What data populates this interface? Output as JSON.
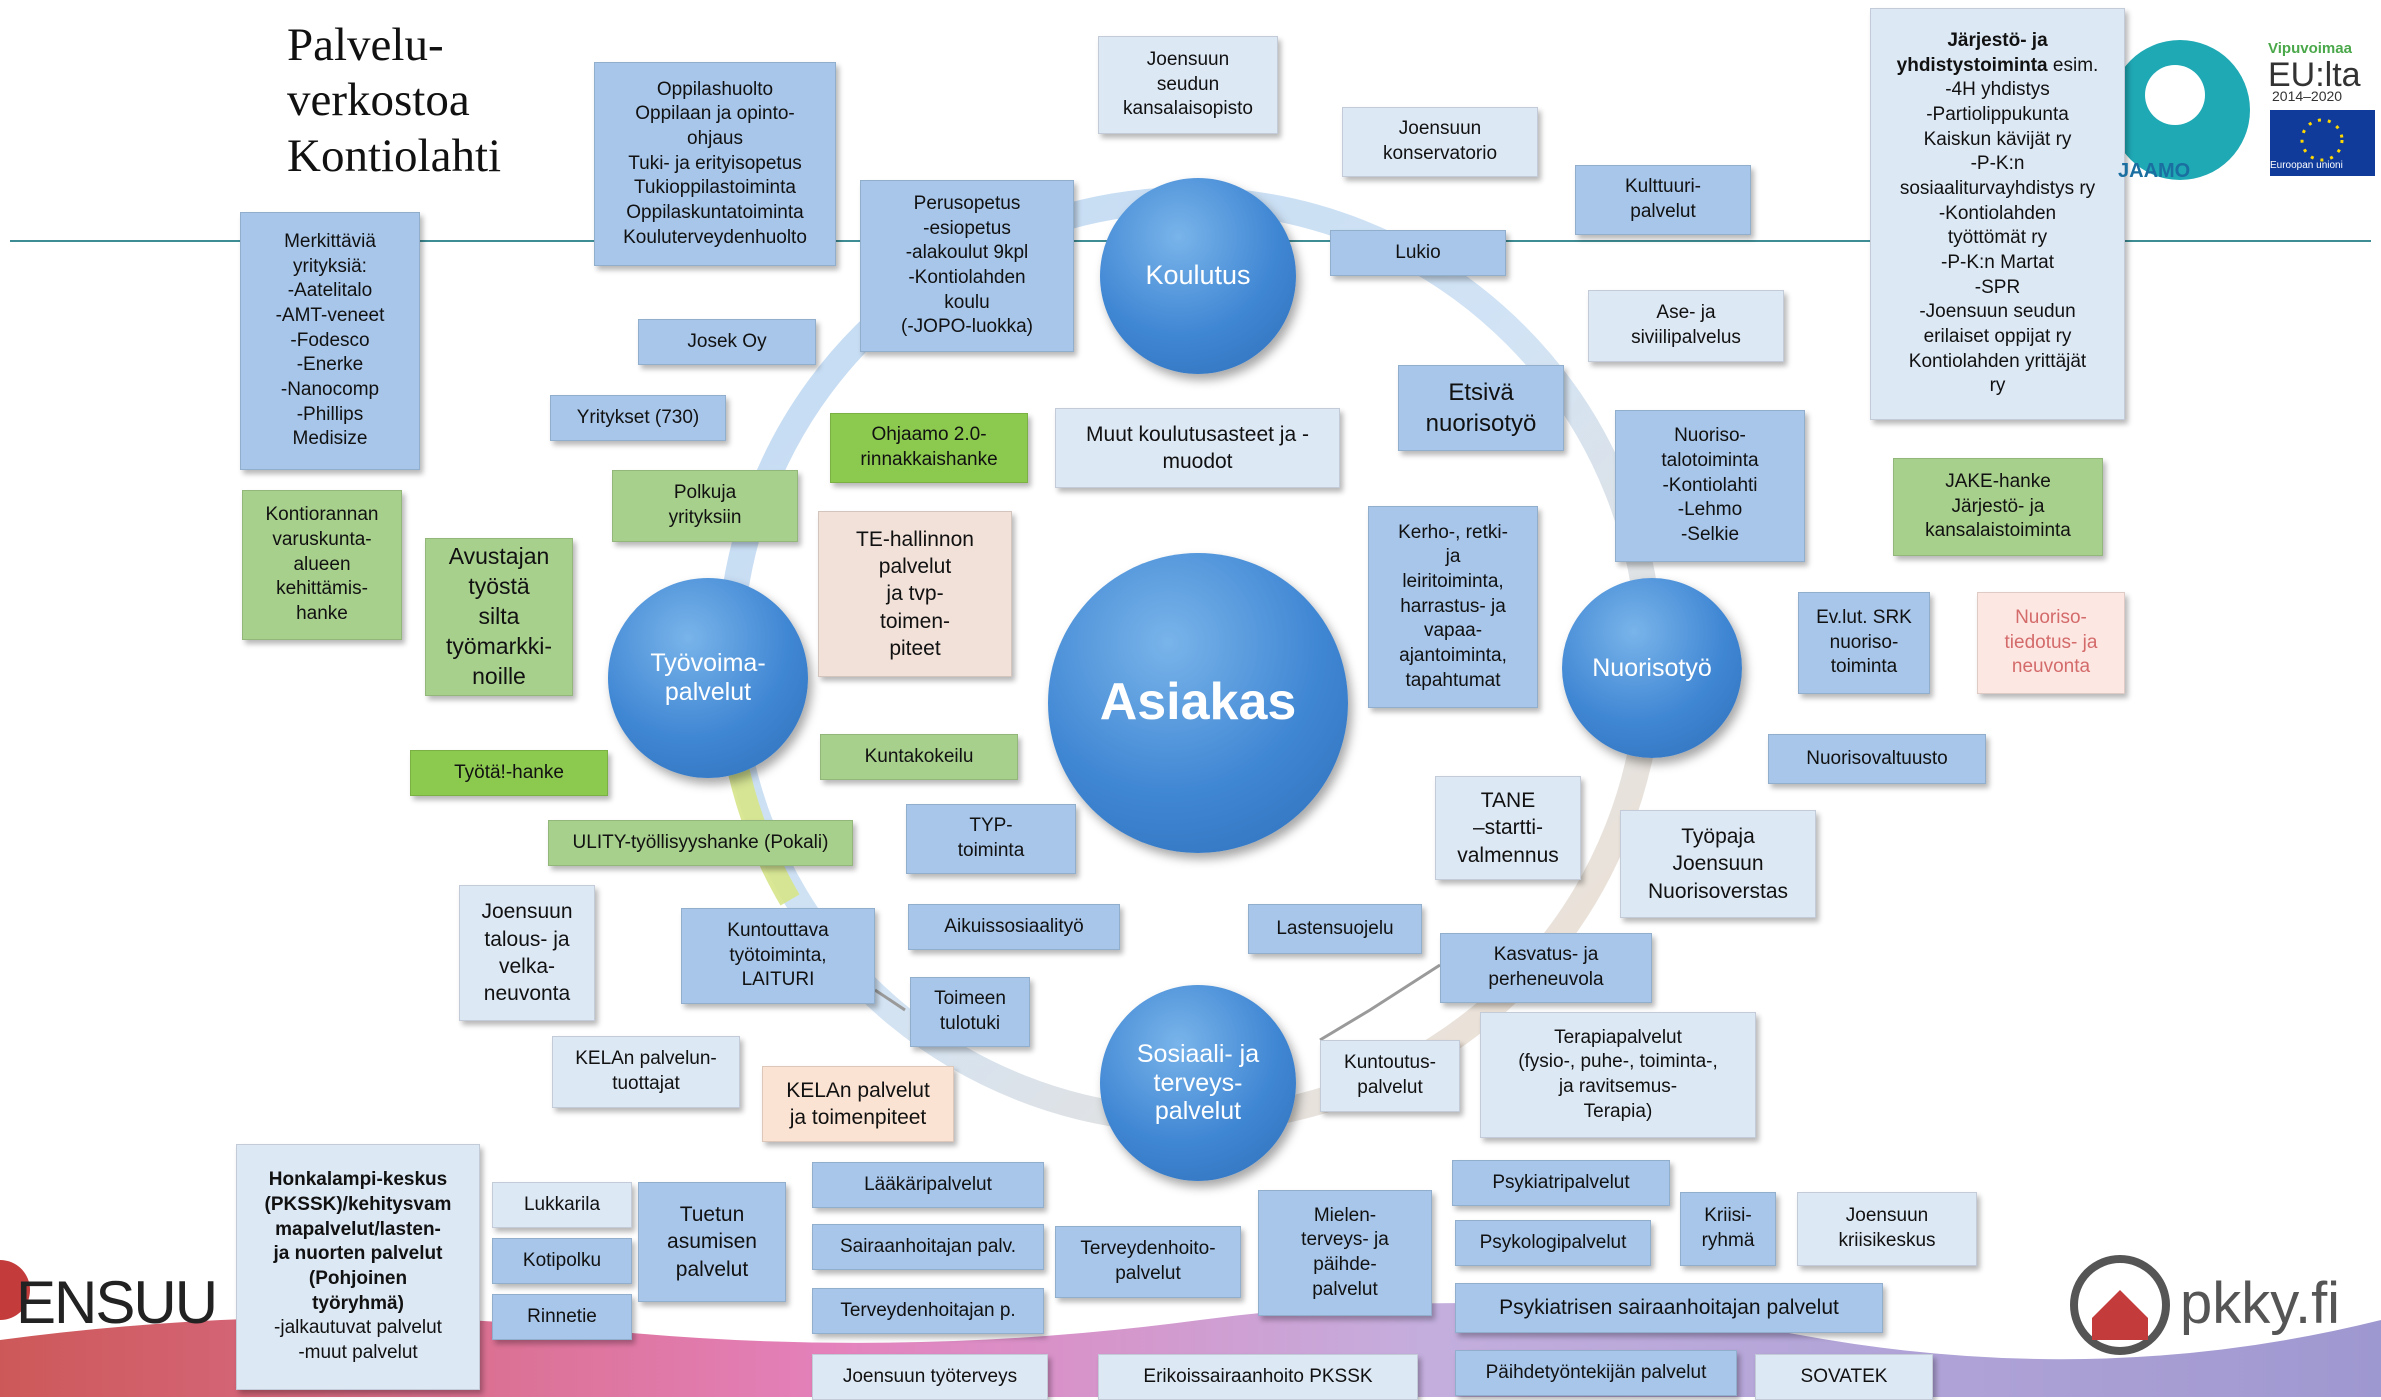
{
  "title": "Palvelu-\nverkostoa\nKontiolahti",
  "center": "Asiakas",
  "hubs": {
    "koulutus": "Koulutus",
    "nuorisotyo": "Nuorisotyö",
    "tyovoima": "Työvoima-\npalvelut",
    "sote": "Sosiaali- ja\nterveys-\npalvelut"
  },
  "boxes": {
    "oppilashuolto": "Oppilashuolto\nOppilaan ja opinto-\nohjaus\nTuki- ja erityisopetus\nTukioppilastoiminta\nOppilaskuntatoiminta\nKouluterveydenhuolto",
    "kansalaisopisto": "Joensuun\nseudun\nkansalaisopisto",
    "konservatorio": "Joensuun\nkonservatorio",
    "kulttuuri": "Kulttuuri-\npalvelut",
    "lukio": "Lukio",
    "perusopetus": "Perusopetus\n-esiopetus\n-alakoulut 9kpl\n-Kontiolahden\nkoulu\n(-JOPO-luokka)",
    "yritykset_title": "Merkittäviä\nyrityksiä:",
    "yritykset_list": "-Aatelitalo\n-AMT-veneet\n-Fodesco\n-Enerke\n-Nanocomp\n-Phillips\nMedisize",
    "josek": "Josek Oy",
    "yritykset730": "Yritykset (730)",
    "ohjaamo": "Ohjaamo 2.0-\nrinnakkaishanke",
    "muut_koulutus": "Muut koulutusasteet ja -\nmuodot",
    "etsiva": "Etsivä\nnuorisotyö",
    "ase": "Ase- ja\nsiviilipalvelus",
    "nuorisotalo": "Nuoriso-\ntalotoiminta\n-Kontiolahti\n-Lehmo\n-Selkie",
    "jarjesto_title": "Järjestö- ja\nyhdistystoiminta",
    "jarjesto_suffix": " esim.",
    "jarjesto_list": "-4H yhdistys\n-Partiolippukunta\nKaiskun kävijät ry\n-P-K:n\nsosiaaliturvayhdistys ry\n-Kontiolahden\ntyöttömät ry\n-P-K:n Martat\n-SPR\n-Joensuun seudun\nerilaiset oppijat ry\nKontiolahden yrittäjät\nry",
    "jake": "JAKE-hanke\nJärjestö- ja\nkansalaistoiminta",
    "evlut": "Ev.lut. SRK\nnuoriso-\ntoiminta",
    "tiedotus": "Nuoriso-\ntiedotus- ja\nneuvonta",
    "nuorisovaltuusto": "Nuorisovaltuusto",
    "kerho": "Kerho-, retki-\nja\nleiritoiminta,\nharrastus- ja\nvapaa-\najantoiminta,\ntapahtumat",
    "kontiorannan": "Kontiorannan\nvaruskunta-\nalueen\nkehittämis-\nhanke",
    "avustajan": "Avustajan\ntyöstä\nsilta\ntyömarkki-\nnoille",
    "polkuja": "Polkuja\nyrityksiin",
    "te_hallinto": "TE-hallinnon\npalvelut\nja tvp-\ntoimen-\npiteet",
    "tyota": "Työtä!-hanke",
    "kuntakokeilu": "Kuntakokeilu",
    "ulity": "ULITY-työllisyyshanke (Pokali)",
    "typ": "TYP-\ntoiminta",
    "tane": "TANE\n–startti-\nvalmennus",
    "tyopaja": "Työpaja\nJoensuun\nNuorisoverstas",
    "talous": "Joensuun\ntalous- ja\nvelka-\nneuvonta",
    "kuntouttava": "Kuntouttava\ntyötoiminta,\nLAITURI",
    "aikuissosiaali": "Aikuissosiaalityö",
    "lastensuojelu": "Lastensuojelu",
    "kasvatus": "Kasvatus- ja\nperheneuvola",
    "toimeentulotuki": "Toimeen\ntulotuki",
    "kelan_tuottajat": "KELAn palvelun-\ntuottajat",
    "kelan_toimenpiteet": "KELAn palvelut\nja toimenpiteet",
    "kuntoutus": "Kuntoutus-\npalvelut",
    "terapia": "Terapiapalvelut\n(fysio-, puhe-, toiminta-,\nja ravitsemus-\nTerapia)",
    "honkalampi_bold": "Honkalampi-keskus\n(PKSSK)/kehitysvam\nmapalvelut/lasten-\nja nuorten palvelut\n(Pohjoinen\ntyöryhmä)",
    "honkalampi_rest": "-jalkautuvat palvelut\n-muut palvelut",
    "lukkarila": "Lukkarila",
    "kotipolku": "Kotipolku",
    "rinnetie": "Rinnetie",
    "tuetun": "Tuetun\nasumisen\npalvelut",
    "laakari": "Lääkäripalvelut",
    "sairaanhoitaja": "Sairaanhoitajan palv.",
    "terveydenhoitaja": "Terveydenhoitajan p.",
    "terveydenhoito": "Terveydenhoito-\npalvelut",
    "mielenterveys": "Mielen-\nterveys- ja\npäihde-\npalvelut",
    "psykiatri": "Psykiatripalvelut",
    "psykologi": "Psykologipalvelut",
    "kriisiryhma": "Kriisi-\nryhmä",
    "kriisikeskus": "Joensuun\nkriisikeskus",
    "psyk_sairaanhoitaja": "Psykiatrisen sairaanhoitajan palvelut",
    "tyoterveys": "Joensuun työterveys",
    "erikoissairaanhoito": "Erikoissairaanhoito PKSSK",
    "paihdetyontekija": "Päihdetyöntekijän palvelut",
    "sovatek": "SOVATEK"
  },
  "logos": {
    "ohjaamo": "JAAMO",
    "vipuvoimaa": "Vipuvoimaa",
    "eu_lta": "EU:lta",
    "years": "2014–2020",
    "eu_flag": "Euroopan unioni",
    "joensuu": "ENSUU",
    "pkky": "pkky.fi"
  },
  "colors": {
    "box_blue": "#a7c6ea",
    "box_light": "#dde8f5",
    "box_green": "#a8d08d",
    "box_bright_green": "#8cc94f",
    "hub_blue": "#3f86d3",
    "line_teal": "#3e8c94"
  }
}
